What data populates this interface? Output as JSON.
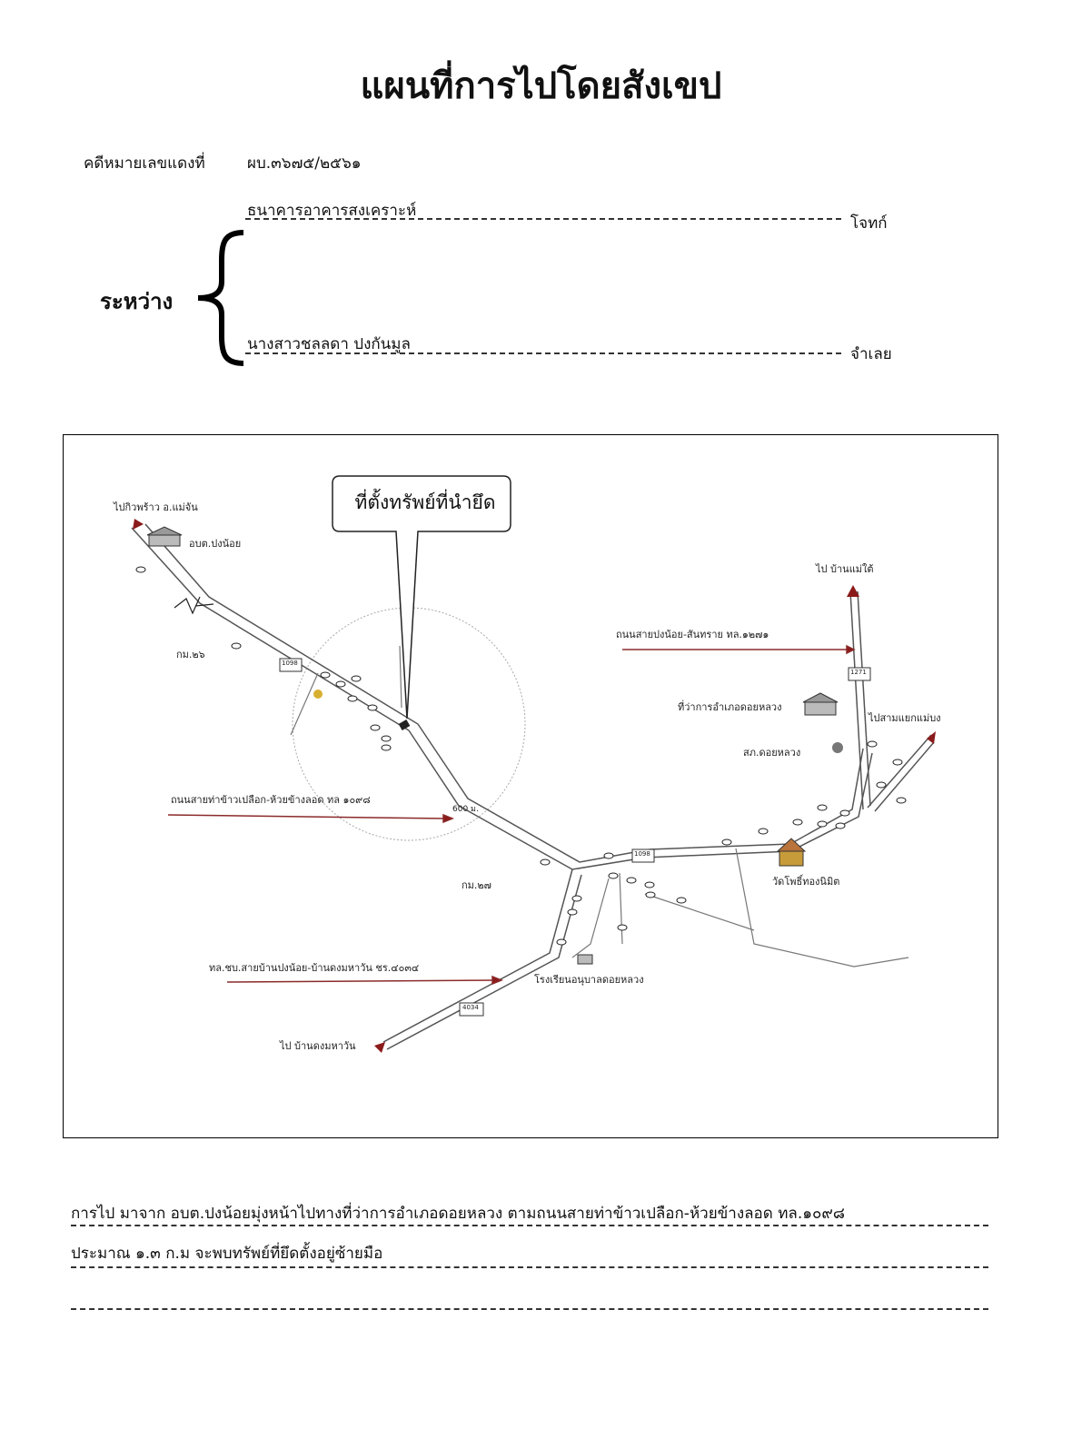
{
  "header": {
    "title": "แผนที่การไปโดยสังเขป",
    "case_label": "คดีหมายเลขแดงที่",
    "case_number": "ผบ.๓๖๗๕/๒๕๖๑"
  },
  "parties": {
    "between_label": "ระหว่าง",
    "plaintiff_name": "ธนาคารอาคารสงเคราะห์",
    "plaintiff_role": "โจทก์",
    "defendant_name": "นางสาวชลลดา ปงกันมูล",
    "defendant_role": "จำเลย"
  },
  "map": {
    "callout": "ที่ตั้งทรัพย์ที่นำยึด",
    "labels": {
      "to_kiew_phrao": "ไปกิวพร้าว อ.แม่จัน",
      "obt_pong_noi": "อบต.ปงน้อย",
      "km26": "กม.๒๖",
      "to_ban_mae_tai": "ไป บ้านแม่ใต้",
      "road_1271": "ถนนสายปงน้อย-สันทราย ทล.๑๒๗๑",
      "district_office": "ที่ว่าการอำเภอดอยหลวง",
      "to_sam_yaek": "ไปสามแยกแม่บง",
      "police_station": "สภ.ดอยหลวง",
      "road_1098": "ถนนสายท่าข้าวเปลือก-ห้วยข้างลอด ทล ๑๐๙๘",
      "km27": "กม.๒๗",
      "wat": "วัดโพธิ์ทองนิมิต",
      "road_4034": "ทล.ชบ.สายบ้านปงน้อย-บ้านดงมหาวัน ชร.๔๐๓๔",
      "kindergarten": "โรงเรียนอนุบาลดอยหลวง",
      "to_ban_dong": "ไป บ้านดงมหาวัน",
      "shield_1098_a": "1098",
      "shield_1098_b": "1098",
      "shield_1271": "1271",
      "shield_4034": "4034",
      "dist_600": "600 ม."
    }
  },
  "description": {
    "line1": "การไป   มาจาก อบต.ปงน้อยมุ่งหน้าไปทางที่ว่าการอำเภอดอยหลวง ตามถนนสายท่าข้าวเปลือก-ห้วยข้างลอด ทล.๑๐๙๘",
    "line2": "ประมาณ ๑.๓ ก.ม จะพบทรัพย์ที่ยึดตั้งอยู่ซ้ายมือ",
    "line3": ""
  },
  "colors": {
    "road": "#555555",
    "arrow": "#8b1a1a",
    "pointer_line": "#8b2a2a"
  }
}
